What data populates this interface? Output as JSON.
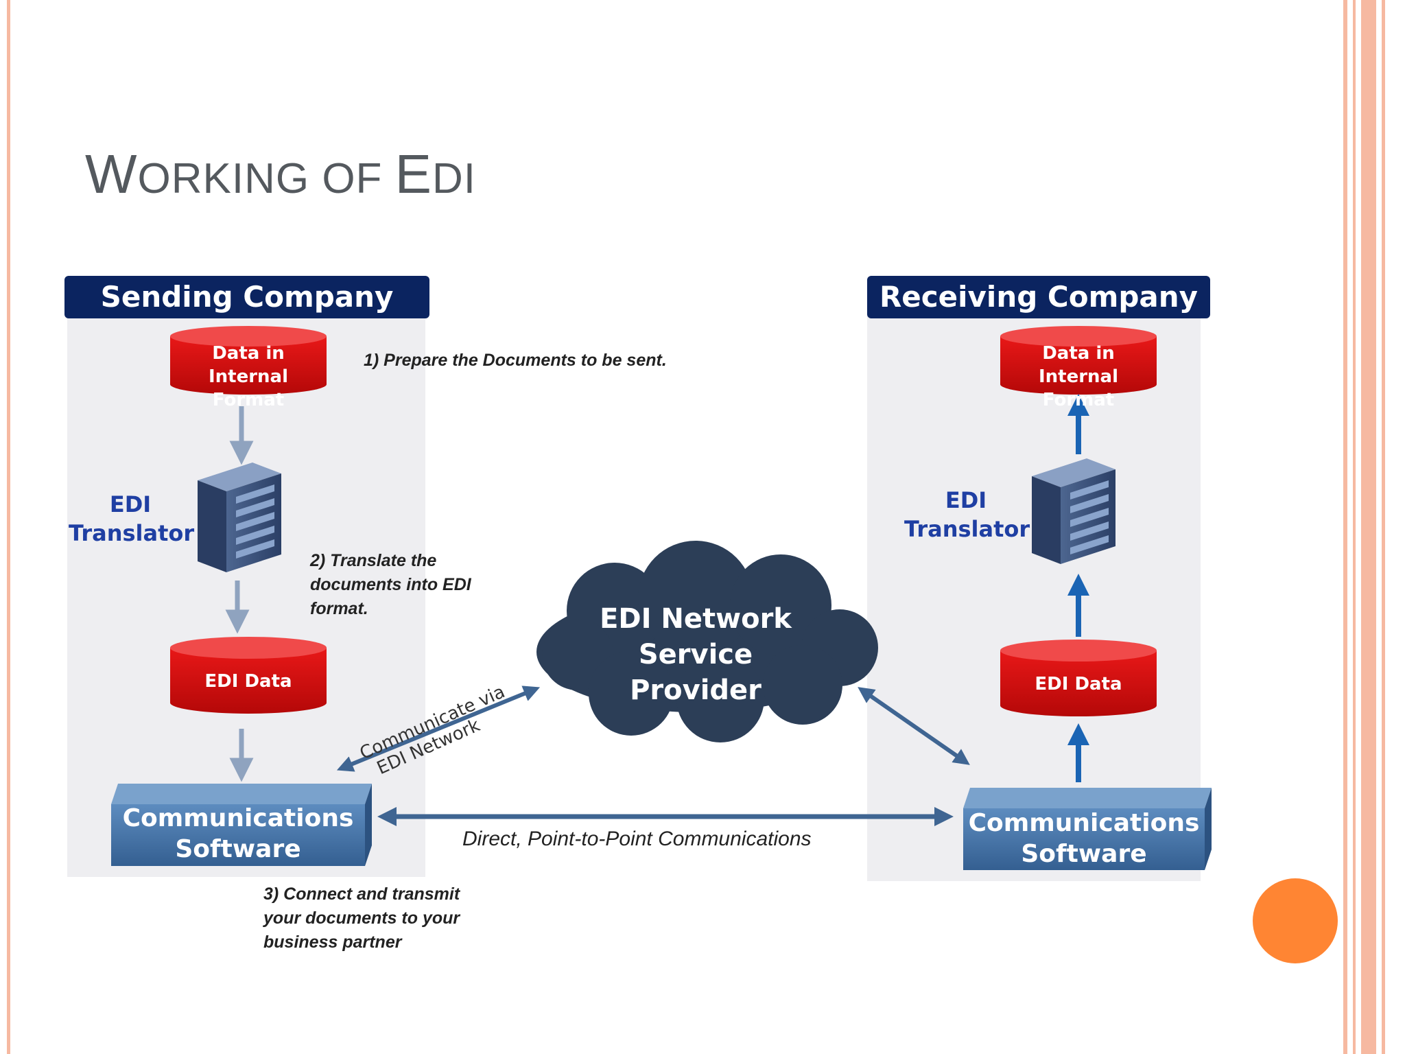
{
  "slide": {
    "title_first_big": "W",
    "title_first_small": "ORKING OF ",
    "title_second_big": "E",
    "title_second_small": "DI"
  },
  "sending": {
    "header": "Sending Company",
    "db_top_line1": "Data in",
    "db_top_line2": "Internal Format",
    "translator_line1": "EDI",
    "translator_line2": "Translator",
    "db_edi": "EDI Data",
    "comm_line1": "Communications",
    "comm_line2": "Software"
  },
  "receiving": {
    "header": "Receiving Company",
    "db_top_line1": "Data in",
    "db_top_line2": "Internal Format",
    "translator_line1": "EDI",
    "translator_line2": "Translator",
    "db_edi": "EDI Data",
    "comm_line1": "Communications",
    "comm_line2": "Software"
  },
  "cloud": {
    "line1": "EDI Network",
    "line2": "Service",
    "line3": "Provider"
  },
  "steps": {
    "step1": "1) Prepare the Documents to be sent.",
    "step2_line1": "2) Translate the",
    "step2_line2": "documents into EDI",
    "step2_line3": "format.",
    "step3_line1": "3) Connect and transmit",
    "step3_line2": "your documents to your",
    "step3_line3": "business partner"
  },
  "links": {
    "via_line1": "Communicate via",
    "via_line2": "EDI Network",
    "direct": "Direct, Point-to-Point Communications"
  },
  "colors": {
    "header_navy": "#0b2460",
    "db_red": "#d81010",
    "comm_blue": "#3d6ea3",
    "cloud_navy": "#2c3e57",
    "arrow_blue": "#1a64b4",
    "border_salmon": "#f6b9a1",
    "orange_dot": "#ff8533"
  }
}
